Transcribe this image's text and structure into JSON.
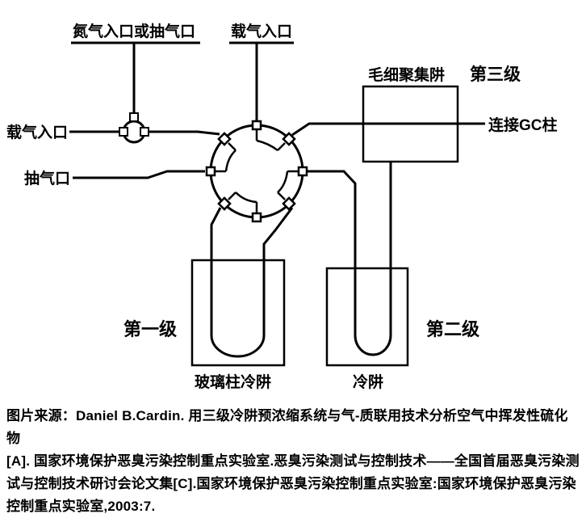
{
  "diagram": {
    "top_labels": {
      "nitrogen_inlet": "氮气入口或抽气口",
      "carrier_gas_inlet_top": "载气入口"
    },
    "left_labels": {
      "carrier_gas_inlet": "载气入口",
      "pump_port": "抽气口"
    },
    "right_labels": {
      "capillary_trap": "毛细聚集阱",
      "gc_column": "连接GC柱"
    },
    "stages": {
      "stage1": "第一级",
      "stage2": "第二级",
      "stage3": "第三级"
    },
    "bottom_labels": {
      "glass_column_trap": "玻璃柱冷阱",
      "cold_trap": "冷阱"
    },
    "colors": {
      "stage_label": "#ed1c24",
      "line": "#000000",
      "background": "#ffffff"
    }
  },
  "caption": {
    "lines": [
      "图片来源：Daniel B.Cardin. 用三级冷阱预浓缩系统与气-质联用技术分析空气中挥发性硫化物",
      "[A]. 国家环境保护恶臭污染控制重点实验室.恶臭污染测试与控制技术——全国首届恶臭污染测",
      "试与控制技术研讨会论文集[C].国家环境保护恶臭污染控制重点实验室:国家环境保护恶臭污染",
      "控制重点实验室,2003:7."
    ]
  }
}
